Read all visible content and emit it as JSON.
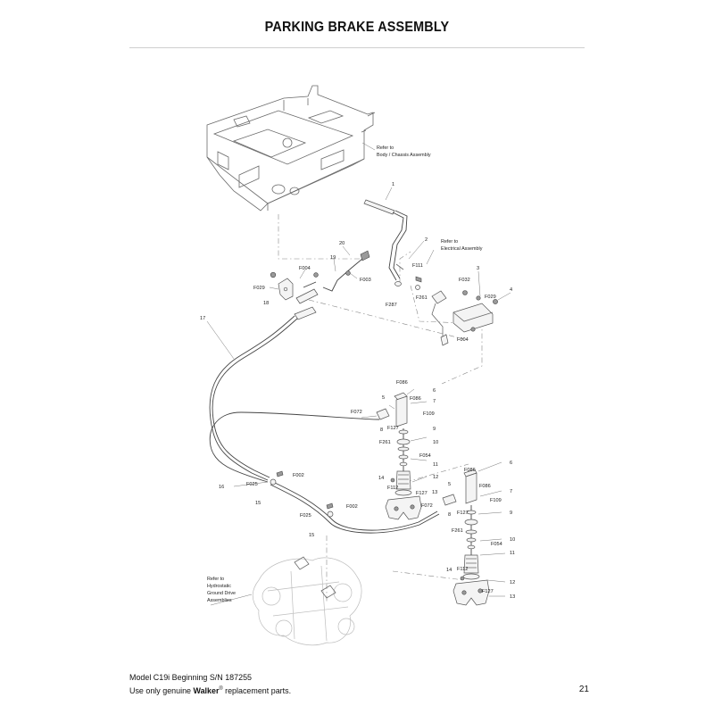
{
  "page": {
    "title": "PARKING BRAKE ASSEMBLY",
    "page_number": "21"
  },
  "footer": {
    "line1": "Model C19i Beginning S/N 187255",
    "line2_prefix": "Use only genuine ",
    "line2_brand": "Walker",
    "line2_reg": "®",
    "line2_suffix": " replacement parts."
  },
  "references": {
    "body_chassis": [
      "Refer to",
      "Body / Chassis Assembly"
    ],
    "electrical": [
      "Refer to",
      "Electrical Assembly"
    ],
    "hydrostatic": [
      "Refer to",
      "Hydrostatic",
      "Ground Drive",
      "Assemblies"
    ]
  },
  "callouts": {
    "c1": "1",
    "c2": "2",
    "c3": "3",
    "c4": "4",
    "c20": "20",
    "c19": "19",
    "c18": "18",
    "c17": "17",
    "c16": "16",
    "cF111": "F111",
    "cF261a": "F261",
    "cF287": "F287",
    "cF003": "F003",
    "cF004a": "F004",
    "cF029a": "F029",
    "cF032": "F032",
    "cF029b": "F029",
    "cF004b": "F004",
    "L_F086a": "F086",
    "L_5a": "5",
    "L_6a": "6",
    "L_F086b": "F086",
    "L_7a": "7",
    "L_F109a": "F109",
    "L_F072a": "F072",
    "L_8a": "8",
    "L_F127a": "F127",
    "L_9a": "9",
    "L_F261b": "F261",
    "L_10a": "10",
    "L_F054a": "F054",
    "L_11a": "11",
    "L_12a": "12",
    "L_14a": "14",
    "L_F112a": "F112",
    "L_F127b": "F127",
    "L_13a": "13",
    "L_F002a": "F002",
    "L_F025a": "F025",
    "L_15a": "15",
    "L_F002b": "F002",
    "L_F025b": "F025",
    "L_15b": "15",
    "R_F086a": "F086",
    "R_6": "6",
    "R_5": "5",
    "R_F086b": "F086",
    "R_7": "7",
    "R_F072": "F072",
    "R_8": "8",
    "R_F109": "F109",
    "R_F127a": "F127",
    "R_9": "9",
    "R_F261": "F261",
    "R_10": "10",
    "R_F054": "F054",
    "R_11": "11",
    "R_14": "14",
    "R_F112": "F112",
    "R_12": "12",
    "R_F127b": "F127",
    "R_13": "13"
  }
}
